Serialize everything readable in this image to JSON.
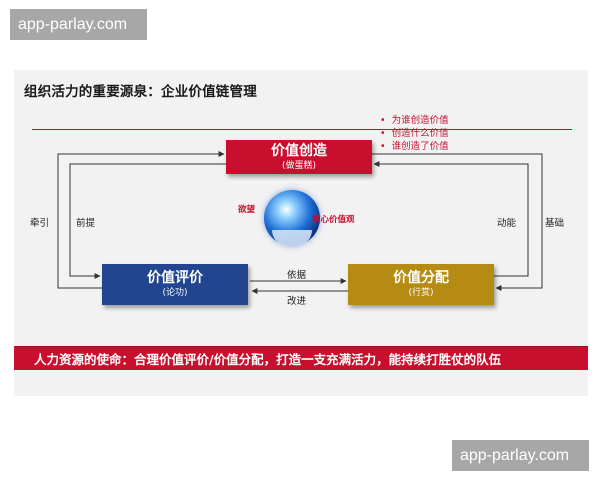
{
  "watermark": {
    "text": "app-parlay.com"
  },
  "slide": {
    "title": "组织活力的重要源泉：企业价值链管理",
    "bullets": [
      "为谁创造价值",
      "创造什么价值",
      "谁创造了价值"
    ],
    "boxes": {
      "create": {
        "title": "价值创造",
        "sub": "(做蛋糕)",
        "color": "#c8102e"
      },
      "evaluate": {
        "title": "价值评价",
        "sub": "(论功)",
        "color": "#21458f"
      },
      "distribute": {
        "title": "价值分配",
        "sub": "(行赏)",
        "color": "#b58b14"
      }
    },
    "labels": {
      "left_outer": "牵引",
      "left_inner": "前提",
      "right_inner": "动能",
      "right_outer": "基础",
      "middle_top": "依据",
      "middle_bottom": "改进",
      "globe_left": "欲望",
      "globe_right": "核心价值观"
    },
    "banner": "人力资源的使命：合理价值评价/价值分配，打造一支充满活力，能持续打胜仗的队伍"
  }
}
